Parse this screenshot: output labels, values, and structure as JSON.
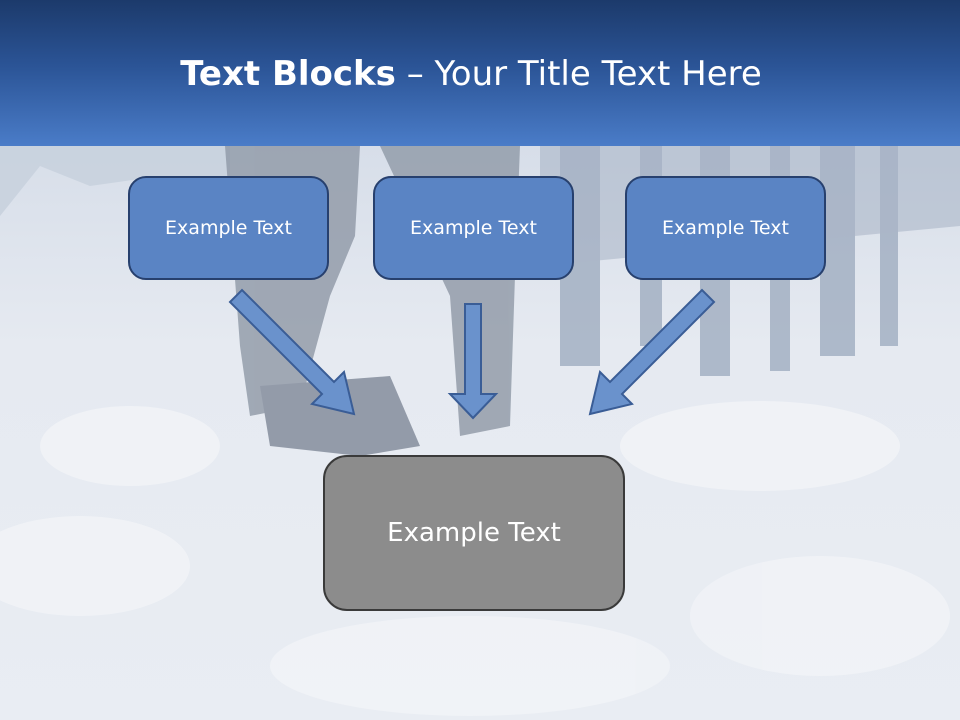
{
  "title": {
    "bold_part": "Text Blocks",
    "separator": " – ",
    "rest": "Your Title Text Here"
  },
  "blocks": [
    {
      "label": "Example Text"
    },
    {
      "label": "Example Text"
    },
    {
      "label": "Example Text"
    }
  ],
  "result_block": {
    "label": "Example Text"
  },
  "colors": {
    "header_dark": "#1c3a6b",
    "header_light": "#4a7cc8",
    "block_fill": "#5a84c4",
    "block_border": "#27406e",
    "result_fill": "#8c8c8c",
    "arrow_fill": "#6a92cc"
  }
}
